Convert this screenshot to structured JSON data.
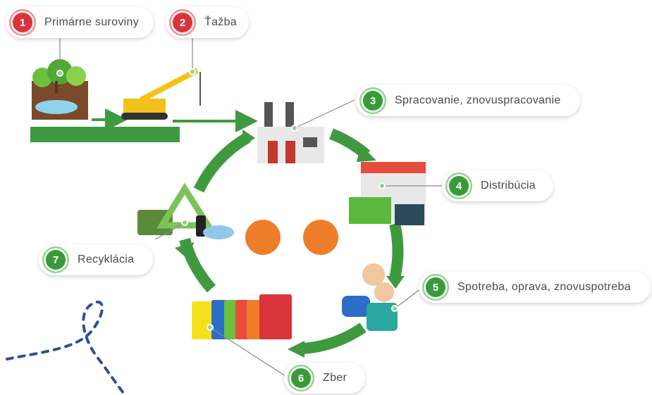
{
  "steps": [
    {
      "number": "1",
      "label": "Primárne suroviny",
      "color": "#d9343a"
    },
    {
      "number": "2",
      "label": "Ťažba",
      "color": "#d9343a"
    },
    {
      "number": "3",
      "label": "Spracovanie, znovuspracovanie",
      "color": "#3a9a3a"
    },
    {
      "number": "4",
      "label": "Distribúcia",
      "color": "#3a9a3a"
    },
    {
      "number": "5",
      "label": "Spotreba, oprava, znovuspotreba",
      "color": "#3a9a3a"
    },
    {
      "number": "6",
      "label": "Zber",
      "color": "#3a9a3a"
    },
    {
      "number": "7",
      "label": "Recyklácia",
      "color": "#3a9a3a"
    }
  ],
  "colors": {
    "arrow_green": "#3f9a3f",
    "orange_dot": "#ee7d2a",
    "dotted_line": "#2f4f9a"
  }
}
